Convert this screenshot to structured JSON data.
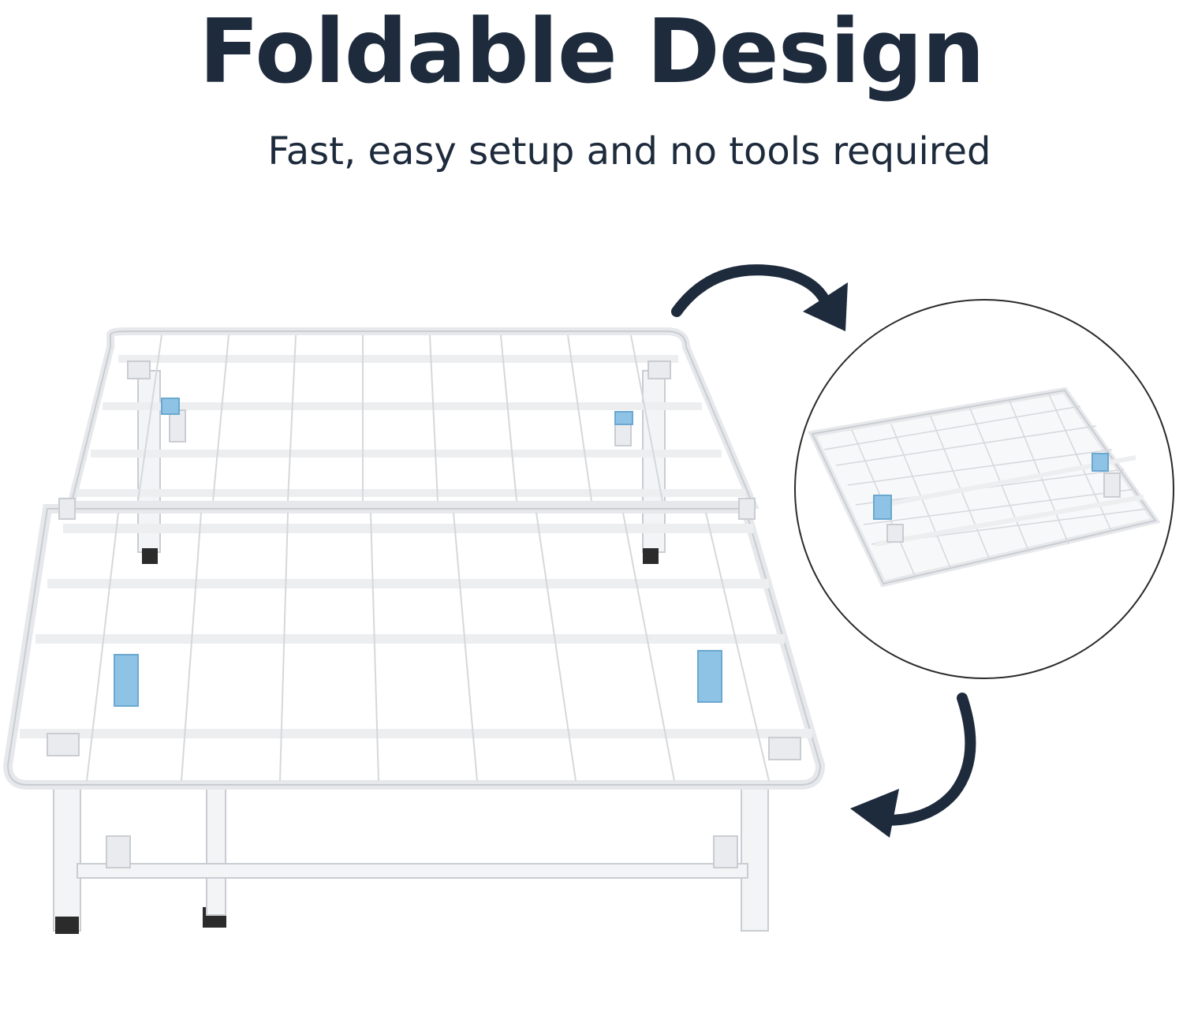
{
  "headline": {
    "title": "Foldable Design",
    "subtitle": "Fast, easy setup and no tools required"
  },
  "colors": {
    "text": "#1e2b3c",
    "arrow": "#1e2b3c",
    "frame": "#ffffff",
    "frame_outline": "#c9cdd2",
    "latch": "#8ec3e6",
    "foot": "#2b2b2b",
    "inset_border": "#2a2a2a"
  },
  "images": {
    "main": "bed-frame-unfolded",
    "inset": "bed-frame-folded-closeup"
  },
  "icons": [
    "curved-arrow-top",
    "curved-arrow-bottom"
  ]
}
